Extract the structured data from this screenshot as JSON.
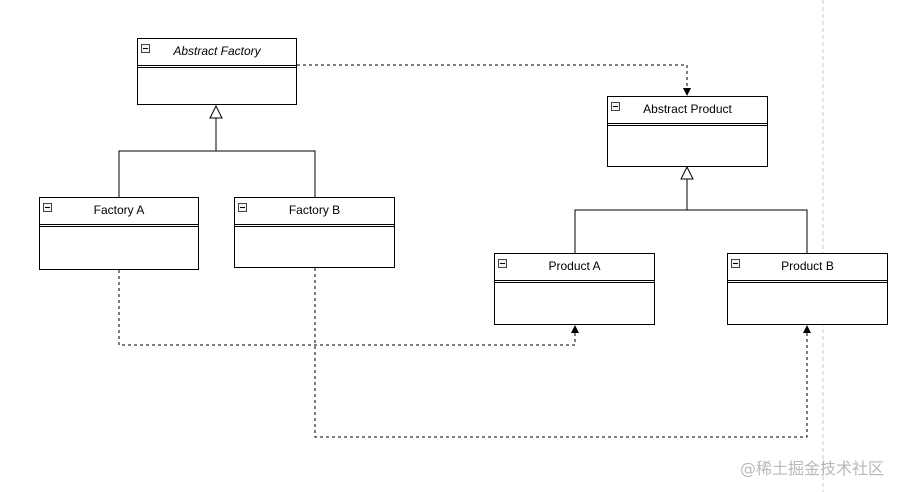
{
  "diagram": {
    "classes": [
      {
        "id": "abstract-factory",
        "name": "Abstract Factory",
        "italic": true
      },
      {
        "id": "factory-a",
        "name": "Factory A",
        "italic": false
      },
      {
        "id": "factory-b",
        "name": "Factory B",
        "italic": false
      },
      {
        "id": "abstract-product",
        "name": "Abstract Product",
        "italic": false
      },
      {
        "id": "product-a",
        "name": "Product A",
        "italic": false
      },
      {
        "id": "product-b",
        "name": "Product B",
        "italic": false
      }
    ],
    "relations": [
      {
        "type": "generalization",
        "from": "factory-a",
        "to": "abstract-factory"
      },
      {
        "type": "generalization",
        "from": "factory-b",
        "to": "abstract-factory"
      },
      {
        "type": "generalization",
        "from": "product-a",
        "to": "abstract-product"
      },
      {
        "type": "generalization",
        "from": "product-b",
        "to": "abstract-product"
      },
      {
        "type": "dependency",
        "from": "abstract-factory",
        "to": "abstract-product"
      },
      {
        "type": "dependency",
        "from": "factory-a",
        "to": "product-a"
      },
      {
        "type": "dependency",
        "from": "factory-b",
        "to": "product-b"
      }
    ]
  },
  "watermark": "@稀土掘金技术社区",
  "colors": {
    "line": "#000000",
    "watermark": "#b9b9b9",
    "page_divider": "#c8c8c8"
  }
}
